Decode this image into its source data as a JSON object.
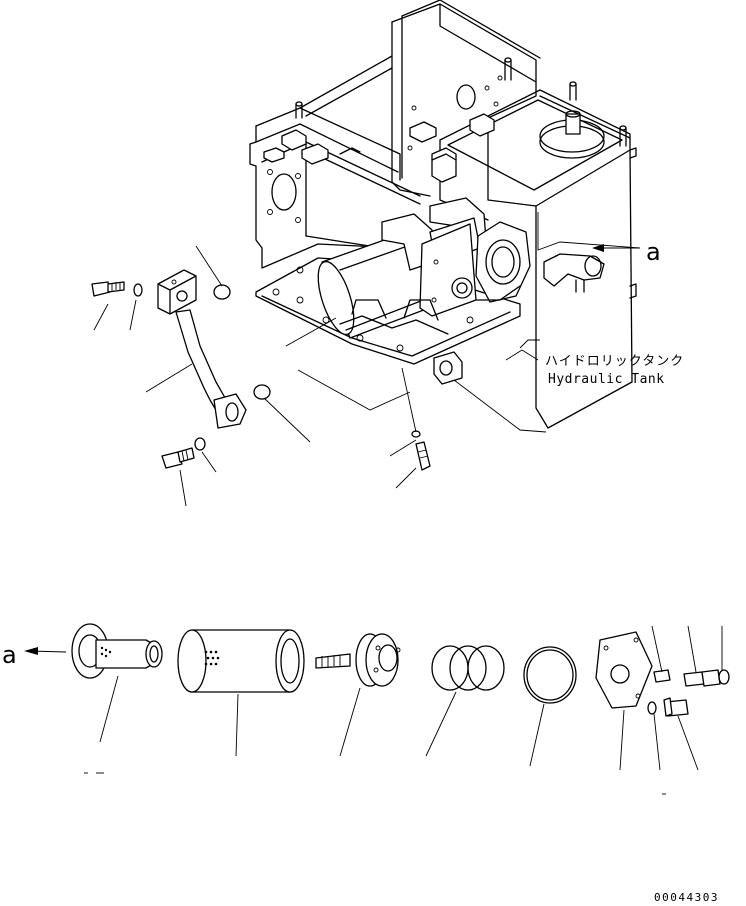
{
  "callouts": {
    "top": "a",
    "bottom": "a"
  },
  "tank_label": {
    "japanese": "ハイドロリックタンク",
    "english": "Hydraulic Tank"
  },
  "drawing_number": "00044303"
}
